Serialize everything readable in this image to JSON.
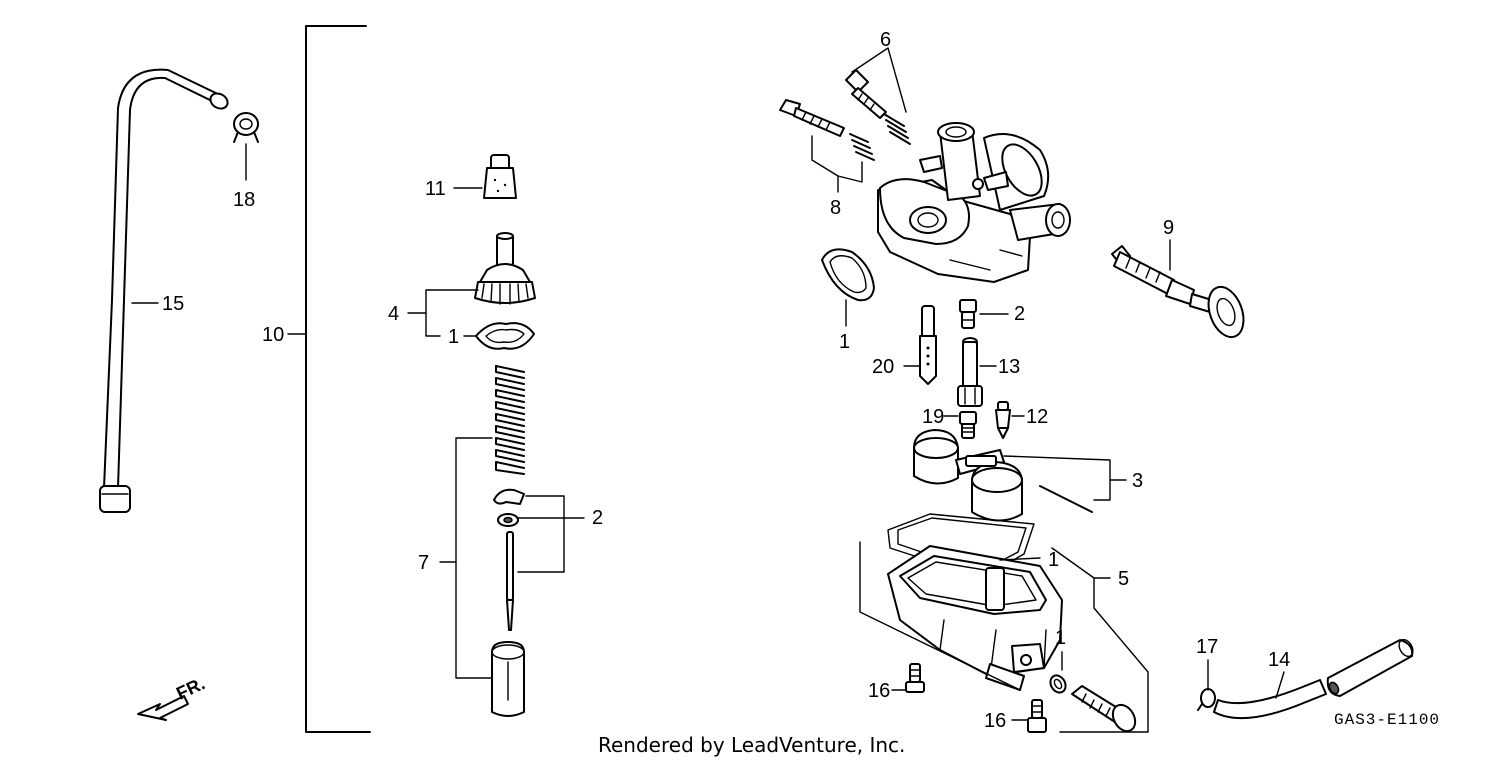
{
  "diagram": {
    "callouts": {
      "c6": "6",
      "c8": "8",
      "c9": "9",
      "c11": "11",
      "c4": "4",
      "c1_cap": "1",
      "c1_bowl_gasket": "1",
      "c1_float": "1",
      "c1_oring": "1",
      "c2_needle": "2",
      "c2_jet": "2",
      "c3": "3",
      "c5": "5",
      "c7": "7",
      "c10": "10",
      "c12": "12",
      "c13": "13",
      "c14": "14",
      "c15": "15",
      "c16_a": "16",
      "c16_b": "16",
      "c17": "17",
      "c18": "18",
      "c19": "19",
      "c20": "20"
    },
    "direction_label": "FR.",
    "diagram_code": "GAS3-E1100",
    "credit": "Rendered by LeadVenture, Inc."
  }
}
